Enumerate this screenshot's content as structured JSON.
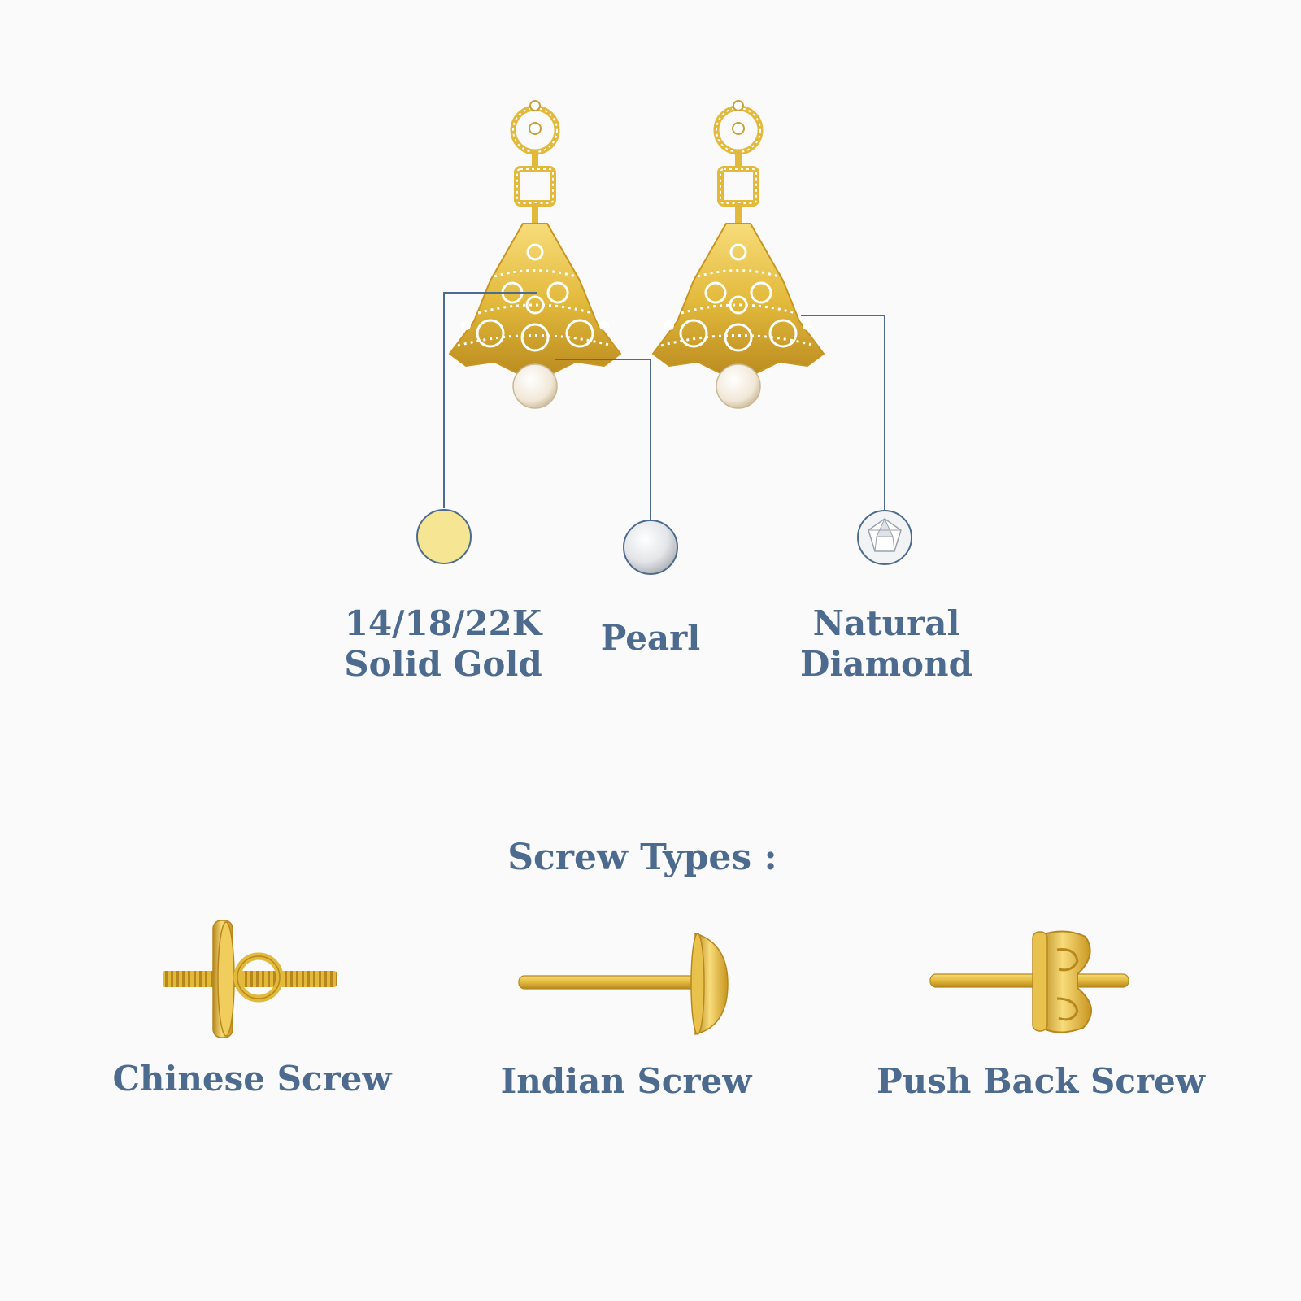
{
  "colors": {
    "text": "#4d6b8e",
    "leader": "#4d6b8e",
    "gold": "#f6e592",
    "metal": "#e2b93b",
    "metal_dark": "#b7871d",
    "pearl": "#eef0f2",
    "background": "#fafafa"
  },
  "materials": {
    "gold": {
      "line1": "14/18/22K",
      "line2": "Solid Gold",
      "swatch": "gold-swatch-icon"
    },
    "pearl": {
      "line1": "Pearl",
      "swatch": "pearl-swatch-icon"
    },
    "diamond": {
      "line1": "Natural",
      "line2": "Diamond",
      "swatch": "diamond-swatch-icon"
    }
  },
  "screws": {
    "title": "Screw Types :",
    "items": [
      {
        "label": "Chinese Screw",
        "icon": "chinese-screw-icon"
      },
      {
        "label": "Indian Screw",
        "icon": "indian-screw-icon"
      },
      {
        "label": "Push Back Screw",
        "icon": "push-back-screw-icon"
      }
    ]
  },
  "product": {
    "icon": "jhumka-earrings-icon"
  }
}
